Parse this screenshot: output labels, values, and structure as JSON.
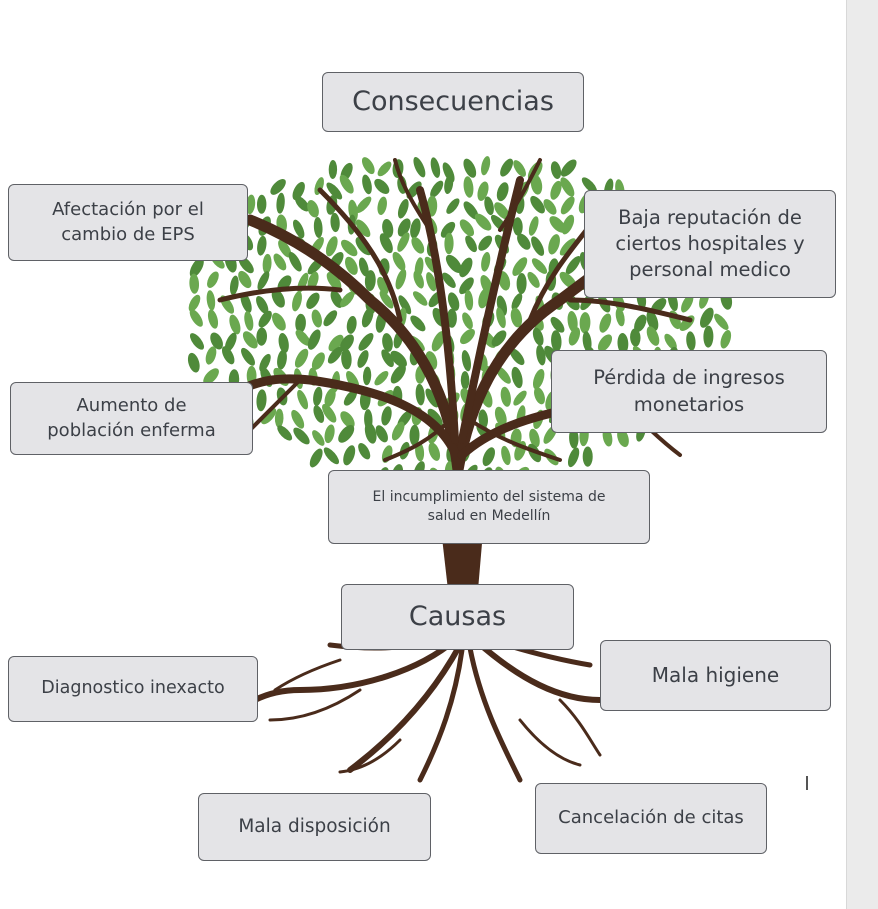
{
  "headings": {
    "consequences": "Consecuencias",
    "causes": "Causas"
  },
  "central_problem": "El incumplimiento del sistema de salud en Medellín",
  "consequences": [
    "Afectación por el cambio de EPS",
    "Baja reputación de ciertos hospitales y personal medico",
    "Aumento de población enferma",
    "Pérdida de ingresos monetarios"
  ],
  "causes": [
    "Diagnostico inexacto",
    "Mala higiene",
    "Mala disposición",
    "Cancelación de citas"
  ],
  "colors": {
    "leaf": "#6aa84f",
    "leaf_dark": "#4f8a3a",
    "trunk": "#4a2b1b",
    "box_fill": "#e4e4e7",
    "box_border": "#5f6166",
    "text": "#3c4047"
  }
}
